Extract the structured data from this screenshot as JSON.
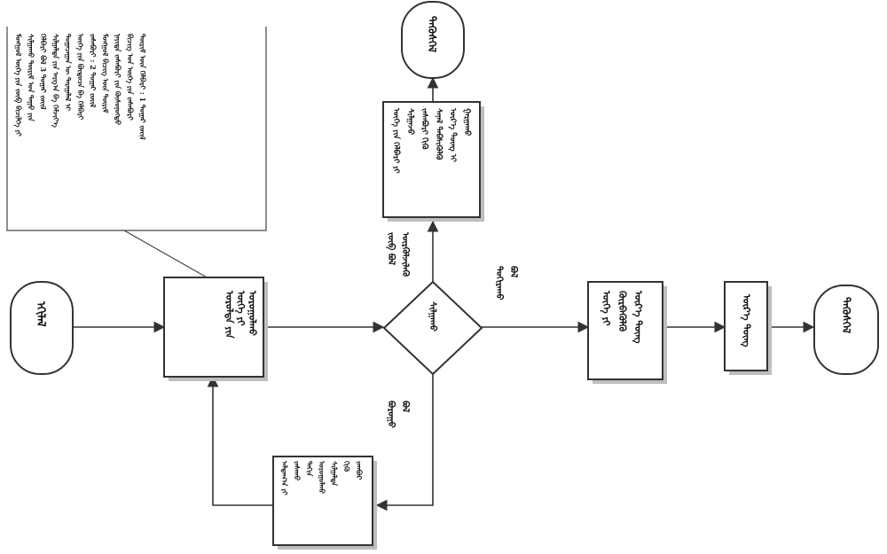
{
  "diagram": {
    "nodes": {
      "start": {
        "text": "ᠡᠬᠢᠯᠡᠯ"
      },
      "input": {
        "lines": [
          "ᠣᠷᠣᠯᠲᠠ ᠶᠢᠨ",
          "ᠦᠭᠡ ᠶᠢ",
          "ᠣᠷᠣᠭᠤᠯᠬᠤ"
        ]
      },
      "decision": {
        "lines": [
          "ᠰᠢᠯᠭᠠᠬᠤ"
        ]
      },
      "process_top": {
        "lines": [
          "ᠦᠭᠡ ᠶᠢᠨ ᠬᠡᠯᠪᠡᠷᠢ ᠶᠢ",
          "ᠰᠢᠯᠭᠠᠵᠤ",
          "ᠵᠠᠰᠠᠪᠤᠷᠢ ᠬᠢᠬᠦ",
          "ᠰᠠᠨᠠᠯ ᠳᠡᠪᠰᠢᠭᠦᠯᠬᠦ",
          "ᠦᠷ᠎ᠡ ᠳᠦᠩ ᠢ",
          "ᠭᠠᠷᠭᠠᠬᠤ"
        ]
      },
      "end_top": {
        "text": "ᠲᠡᠭᠦᠰᠬᠡᠯ"
      },
      "process_bottom": {
        "lines": [
          "ᠠᠯᠳᠠᠭ᠎ᠠ ᠶᠢ",
          "ᠵᠠᠰᠠᠬᠤ",
          "ᠳᠠᠬᠢᠨ",
          "ᠣᠷᠣᠭᠤᠯᠬᠤ",
          "ᠰᠢᠯᠭᠠᠯᠲᠠ",
          "ᠬᠢᠬᠦ",
          "ᠵᠠᠭᠪᠤᠷ"
        ]
      },
      "process_right1": {
        "lines": [
          "ᠦᠭᠡ ᠶᠢ",
          "ᠬᠦᠷᠪᠡᠭᠦᠯᠬᠦ",
          "ᠦᠷ᠎ᠡ ᠳᠦᠩ"
        ]
      },
      "process_right2": {
        "lines": [
          "ᠦᠷ᠎ᠡ ᠳᠦᠩ"
        ]
      },
      "end_right": {
        "text": "ᠲᠡᠭᠦᠰᠬᠡᠯ"
      }
    },
    "edge_labels": {
      "yes_up": [
        "ᠵᠥᠪ ᠪᠣᠯ",
        "ᠦᠷᠭᠦᠯᠵᠢᠯᠡᠬᠦ"
      ],
      "yes_right": [
        "ᠲᠣᠬᠢᠷᠠᠬᠤ",
        "ᠪᠣᠯ"
      ],
      "no_down": [
        "ᠪᠤᠷᠤᠭᠤ",
        "ᠪᠣᠯ"
      ]
    },
    "note": {
      "lines": [
        "ᠮᠣᠩᠭᠣᠯ ᠦᠭᠡ ᠶᠢᠨ ᠵᠥᠪ ᠪᠢᠴᠢᠯᠭᠡ ᠶᠢ",
        "ᠰᠢᠯᠭᠠᠬᠤ ᠳᠦᠷᠢᠮ ᠤᠨ ᠳᠠᠭᠤ ᠶᠢᠨ",
        "ᠬᠡᠯᠪᠡᠷᠢ ᠪᠣᠯ 3 ᠳᠤᠭᠠᠷ ᠵᠦᠢᠯ",
        "ᠰᠢᠯᠭᠠᠯᠲᠠ ᠶᠢᠨ ᠠᠷᠭ᠎ᠠ ᠪᠠ ᠬᠡᠮᠵᠢᠶ᠎ᠡ",
        "ᠲᠣᠭᠠᠴᠠᠭᠠᠨ ᠦ ᠳᠠᠷᠠᠭᠠᠯᠠᠯ ᠢ",
        "ᠦᠭᠡ ᠶᠢᠨ ᠪᠦᠲᠦᠴᠡ ᠪᠠ ᠬᠡᠯᠪᠡᠷᠢ",
        "ᠵᠠᠰᠠᠪᠤᠷᠢ : 2 ᠳᠤᠭᠠᠷ ᠵᠦᠢᠯ",
        "ᠮᠣᠩᠭᠣᠯ ᠪᠢᠴᠢᠭ ᠦᠨ ᠳᠦᠷᠢᠮ",
        "ᠨᠡᠶᠢᠲᠡ ᠵᠠᠰᠠᠪᠤᠷᠢ ᠶᠢᠨ ᠬᠦᠰᠦᠨᠦᠭᠲᠦ",
        "ᠪᠢᠴᠢᠭ᠌ ᠤᠨ ᠦᠭᠡ ᠶᠢᠨ ᠵᠠᠰᠠᠪᠤᠷᠢ",
        "ᠳᠦᠷᠢᠮ ᠦᠨ ᠬᠡᠯᠪᠡᠷᠢ : 1 ᠳᠤᠭᠠᠷ ᠵᠦᠢᠯ"
      ]
    },
    "colors": {
      "stroke": "#333333",
      "shadow": "#bdbdbd",
      "text": "#111111"
    }
  }
}
